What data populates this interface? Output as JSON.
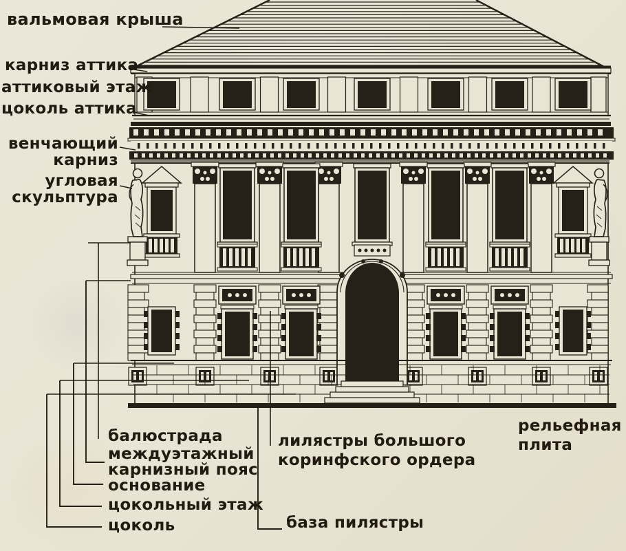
{
  "figure": {
    "type": "architectural-elevation-diagram",
    "subject": "Фасад классического палаццо с обозначением архитектурных элементов",
    "paper_color": "#e9e4d4",
    "ink_color": "#262018"
  },
  "labels": {
    "hip_roof": "вальмовая крыша",
    "attic_cornice": "карниз аттика",
    "attic_floor": "аттиковый этаж",
    "attic_plinth": "цоколь аттика",
    "crowning_cornice": "венчающий\nкарниз",
    "corner_sculpture": "угловая\nскульптура",
    "balustrade": "балюстрада",
    "interfloor_cornice_belt": "междуэтажный\nкарнизный пояс",
    "foundation": "основание",
    "basement_floor": "цокольный этаж",
    "plinth": "цоколь",
    "grand_order_pilasters": "лилястры большого\nкоринфского ордера",
    "pilaster_base": "база пилястры",
    "relief_slab": "рельефная\nплита"
  }
}
